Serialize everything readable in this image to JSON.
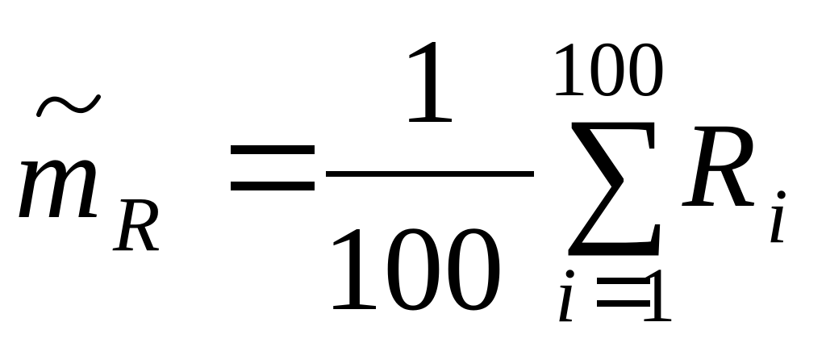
{
  "formula": {
    "lhs": {
      "base": "m",
      "accent": "tilde",
      "subscript": "R"
    },
    "relation": "=",
    "fraction": {
      "numerator": "1",
      "denominator": "100"
    },
    "summation": {
      "operator": "∑",
      "upper_limit": "100",
      "lower_limit": {
        "variable": "i",
        "relation": "=",
        "value": "1"
      }
    },
    "term": {
      "base": "R",
      "subscript": "i"
    }
  }
}
